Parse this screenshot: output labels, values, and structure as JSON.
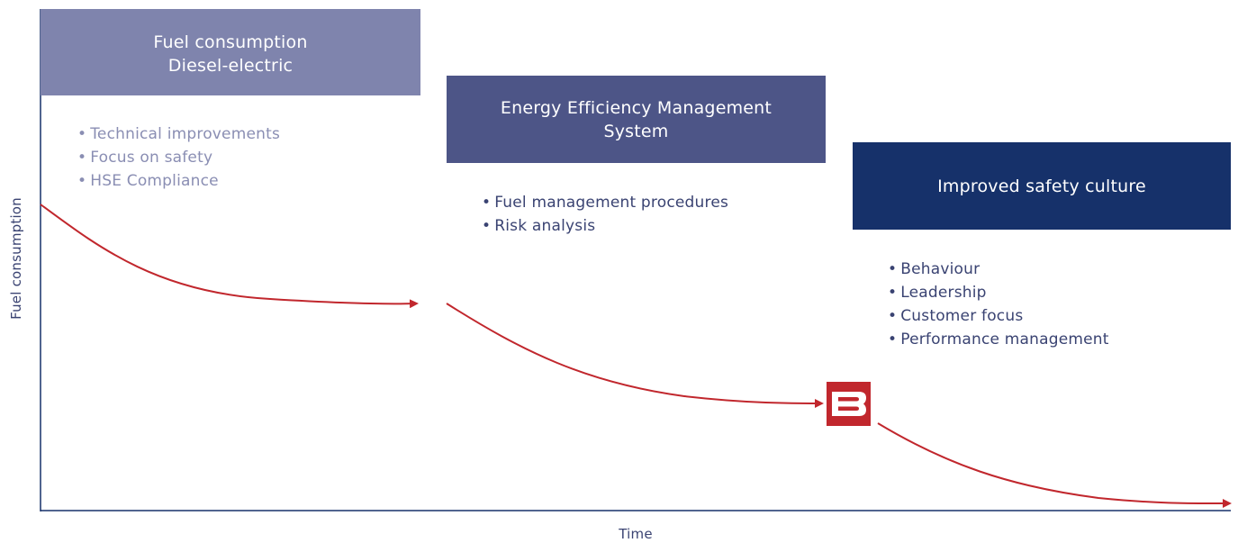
{
  "stages": [
    {
      "title_lines": [
        "Fuel consumption",
        "Diesel-electric"
      ],
      "bullets": [
        "Technical improvements",
        "Focus on safety",
        "HSE Compliance"
      ]
    },
    {
      "title_lines": [
        "Energy Efficiency Management",
        "System"
      ],
      "bullets": [
        "Fuel management procedures",
        "Risk analysis"
      ]
    },
    {
      "title_lines": [
        "Improved safety culture"
      ],
      "bullets": [
        "Behaviour",
        "Leadership",
        "Customer focus",
        "Performance management"
      ]
    }
  ],
  "axes": {
    "y_label": "Fuel consumption",
    "x_label": "Time"
  },
  "colors": {
    "stage1_box": "#7f84ad",
    "stage2_box": "#4d5587",
    "stage3_box": "#16316a",
    "curve": "#c1272d",
    "axis": "#16316a"
  },
  "logo": {
    "icon": "b-logo-icon"
  }
}
